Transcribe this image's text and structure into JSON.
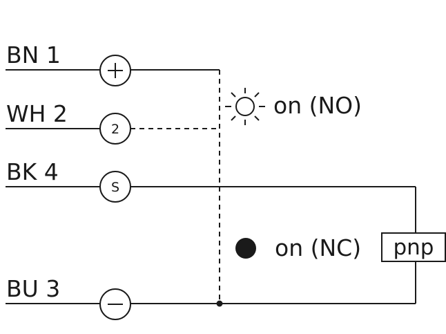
{
  "wires": [
    {
      "label": "BN 1",
      "pin_symbol": "+"
    },
    {
      "label": "WH 2",
      "pin_symbol": "2"
    },
    {
      "label": "BK 4",
      "pin_symbol": "S"
    },
    {
      "label": "BU 3",
      "pin_symbol": "−"
    }
  ],
  "indicators": {
    "no_label": "on (NO)",
    "nc_label": "on (NC)"
  },
  "output_box": {
    "label": "pnp"
  }
}
